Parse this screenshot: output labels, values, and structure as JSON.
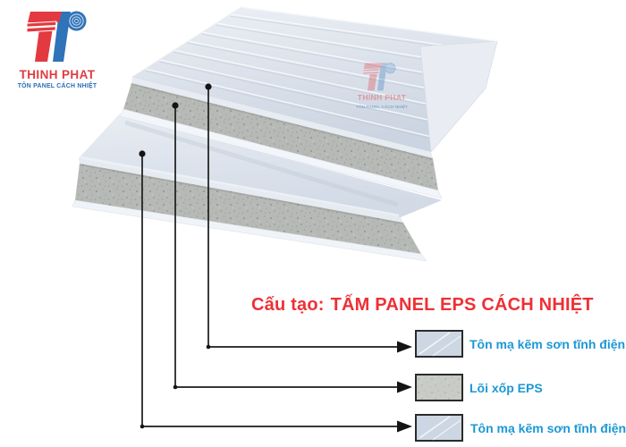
{
  "logo": {
    "brand": "THINH PHAT",
    "tagline": "TÔN PANEL CÁCH NHIỆT"
  },
  "watermark": {
    "brand": "THINH PHAT",
    "tagline": "TÔN PANEL CÁCH NHIỆT"
  },
  "title": {
    "prefix": "Cấu tạo:",
    "main": "TẤM PANEL EPS CÁCH NHIỆT"
  },
  "legend": {
    "items": [
      {
        "label": "Tôn mạ kẽm sơn tĩnh điện",
        "swatch": "steel-sheet"
      },
      {
        "label": "Lõi xốp EPS",
        "swatch": "eps-core"
      },
      {
        "label": "Tôn mạ kẽm sơn tĩnh điện",
        "swatch": "steel-sheet"
      }
    ]
  },
  "colors": {
    "title_red": "#ee3036",
    "label_blue": "#1c98d5",
    "logo_red": "#e23a40",
    "logo_blue": "#2a6cb5",
    "callout_line": "#1b1b1b",
    "steel_swatch": "#cdd7e3",
    "eps_swatch": "#c9cbc7"
  }
}
